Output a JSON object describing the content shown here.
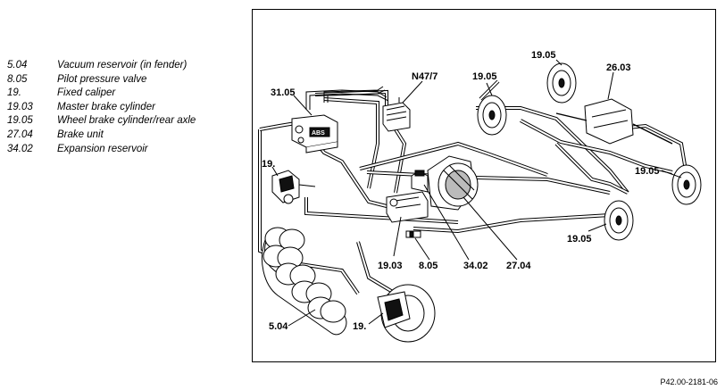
{
  "legend": [
    {
      "code": "5.04",
      "label": "Vacuum reservoir (in fender)"
    },
    {
      "code": "8.05",
      "label": "Pilot pressure valve"
    },
    {
      "code": "19.",
      "label": "Fixed caliper"
    },
    {
      "code": "19.03",
      "label": "Master brake cylinder"
    },
    {
      "code": "19.05",
      "label": "Wheel brake cylinder/rear axle"
    },
    {
      "code": "27.04",
      "label": "Brake unit"
    },
    {
      "code": "34.02",
      "label": "Expansion reservoir"
    }
  ],
  "callouts": {
    "c31_05": "31.05",
    "cN47_7": "N47/7",
    "c19_05_top_left": "19.05",
    "c19_05_top_right": "19.05",
    "c26_03": "26.03",
    "c19_left": "19.",
    "c19_05_right": "19.05",
    "c19_05_lower": "19.05",
    "c19_03": "19.03",
    "c8_05": "8.05",
    "c34_02": "34.02",
    "c27_04": "27.04",
    "c5_04": "5.04",
    "c19_bottom": "19."
  },
  "abs_label": "ABS",
  "reference": "P42.00-2181-06"
}
